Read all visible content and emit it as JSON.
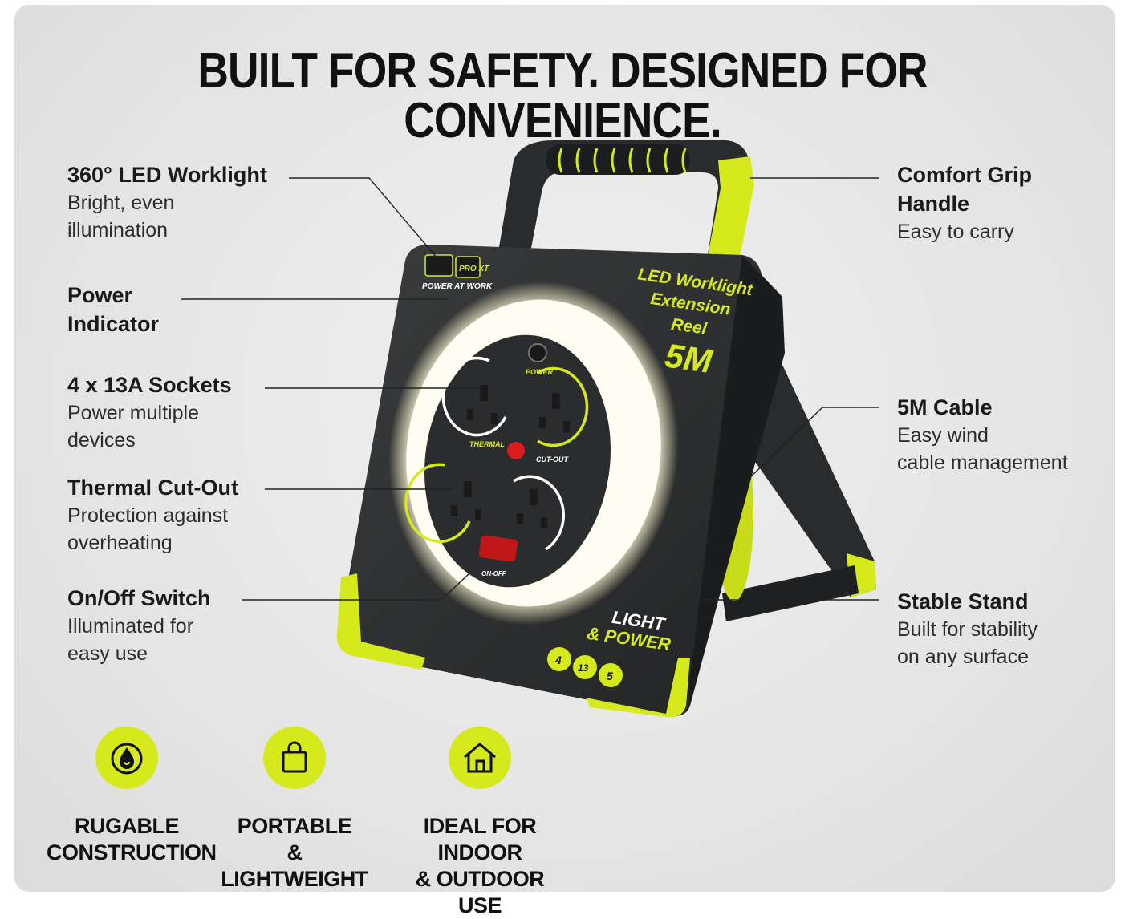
{
  "headline": "BUILT FOR SAFETY.  DESIGNED FOR CONVENIENCE.",
  "features_left": [
    {
      "title": "360° LED Worklight",
      "desc": "Bright, even\nillumination"
    },
    {
      "title": "Power\nIndicator",
      "desc": ""
    },
    {
      "title": "4 x 13A Sockets",
      "desc": "Power multiple\ndevices"
    },
    {
      "title": "Thermal Cut-Out",
      "desc": "Protection against\noverheating"
    },
    {
      "title": "On/Off Switch",
      "desc": "Illuminated for\neasy use"
    }
  ],
  "features_right": [
    {
      "title": "Comfort Grip\nHandle",
      "desc": "Easy to carry"
    },
    {
      "title": "5M Cable",
      "desc": "Easy wind\ncable management"
    },
    {
      "title": "Stable Stand",
      "desc": "Built for stability\non any surface"
    }
  ],
  "badges": [
    {
      "icon": "drop-icon",
      "label": "RUGABLE\nCONSTRUCTION"
    },
    {
      "icon": "bag-icon",
      "label": "PORTABLE\n& LIGHTWEIGHT"
    },
    {
      "icon": "house-icon",
      "label": "IDEAL FOR INDOOR\n& OUTDOOR USE"
    }
  ],
  "product": {
    "brand_logo": "PRO XT",
    "tagline": "POWER AT WORK",
    "name_line1": "LED Worklight",
    "name_line2": "Extension",
    "name_line3": "Reel",
    "length": "5M",
    "power_label": "POWER",
    "thermal_label": "THERMAL",
    "cutout_label": "CUT-OUT",
    "onoff_label": "ON-OFF",
    "light_power_1": "LIGHT",
    "light_power_2": "& POWER",
    "spec1": "4",
    "spec2": "13",
    "spec3": "5"
  },
  "colors": {
    "accent": "#d6e91d",
    "body": "#2d2f30",
    "dark": "#1b1c1d"
  }
}
